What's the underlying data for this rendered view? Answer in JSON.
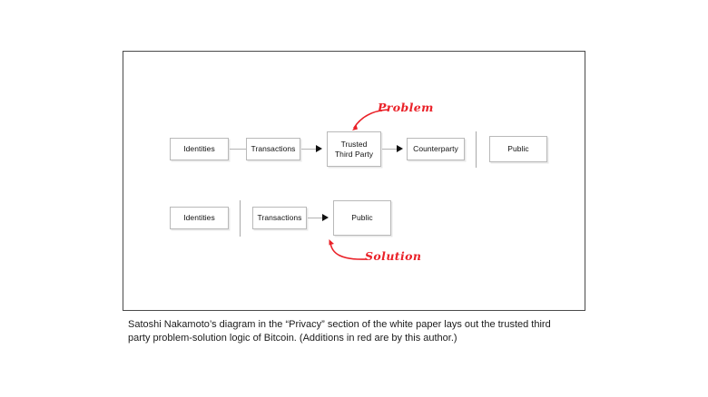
{
  "slide": {
    "diagram": {
      "row1": {
        "nodes": [
          {
            "id": "identities",
            "label": "Identities"
          },
          {
            "id": "transactions",
            "label": "Transactions"
          },
          {
            "id": "trusted-third-party",
            "label": "Trusted\nThird Party"
          },
          {
            "id": "counterparty",
            "label": "Counterparty"
          },
          {
            "id": "public",
            "label": "Public"
          }
        ]
      },
      "row2": {
        "nodes": [
          {
            "id": "identities",
            "label": "Identities"
          },
          {
            "id": "transactions",
            "label": "Transactions"
          },
          {
            "id": "public",
            "label": "Public"
          }
        ]
      }
    },
    "annotations": [
      {
        "id": "problem",
        "label": "Problem",
        "color": "#ea2128"
      },
      {
        "id": "solution",
        "label": "Solution",
        "color": "#ea2128"
      }
    ]
  },
  "caption": {
    "text": "Satoshi Nakamoto’s diagram in the “Privacy” section of the white paper lays out the trusted third party problem-solution logic of Bitcoin. (Additions in red are by this author.)"
  }
}
